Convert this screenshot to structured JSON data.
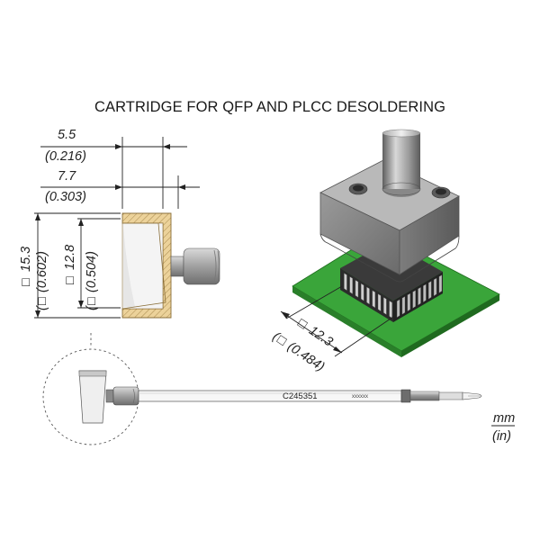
{
  "title": "CARTRIDGE FOR QFP AND PLCC DESOLDERING",
  "dimensions": {
    "depth_outer_mm": "5.5",
    "depth_outer_in": "(0.216)",
    "depth_total_mm": "7.7",
    "depth_total_in": "(0.303)",
    "outer_square_mm": "15.3",
    "outer_square_in": "(0.602)",
    "inner_square_mm": "12.8",
    "inner_square_in": "(0.504)",
    "chip_square_mm": "12.3",
    "chip_square_in": "(0.484)",
    "square_symbol": "□"
  },
  "cartridge": {
    "part_number": "C245351",
    "marking": "xxxxxx"
  },
  "units": {
    "primary": "mm",
    "secondary": "(in)"
  },
  "colors": {
    "pcb_green": "#3aa53a",
    "tip_hatch": "#e0c488",
    "metal_gray": "#9a9a9a"
  }
}
